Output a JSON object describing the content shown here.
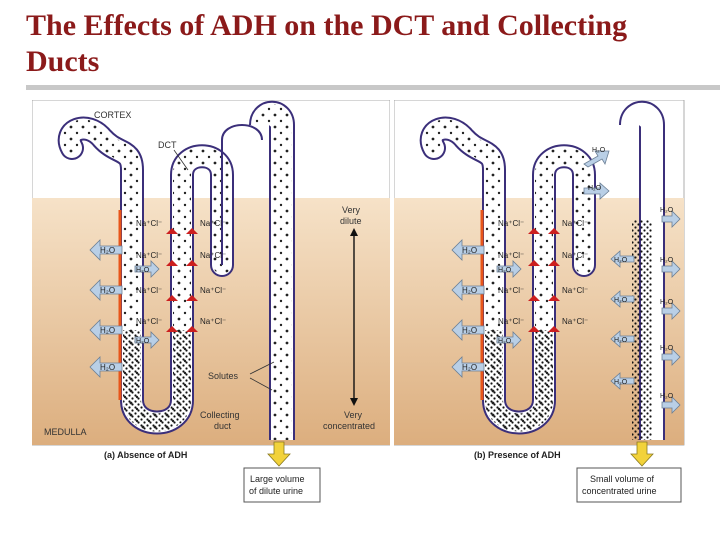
{
  "slide": {
    "title": "The Effects of ADH on the DCT and Collecting Ducts"
  },
  "panel_a": {
    "cortex_label": "CORTEX",
    "medulla_label": "MEDULLA",
    "dct_label": "DCT",
    "caption": "(a) Absence of ADH",
    "solutes_label": "Solutes",
    "collecting_duct_label_1": "Collecting",
    "collecting_duct_label_2": "duct",
    "very_dilute_1": "Very",
    "very_dilute_2": "dilute",
    "very_conc_1": "Very",
    "very_conc_2": "concentrated",
    "output_1": "Large volume",
    "output_2": "of dilute urine",
    "nacl_left": [
      "Na⁺Cl⁻",
      "Na⁺Cl⁻",
      "Na⁺Cl⁻",
      "Na⁺Cl⁻"
    ],
    "nacl_right": [
      "Na⁺Cl⁻",
      "Na⁺Cl⁻",
      "Na⁺Cl⁻",
      "Na⁺Cl⁻"
    ],
    "water_left": [
      "H₂O",
      "H₂O",
      "H₂O",
      "H₂O"
    ],
    "water_inner": [
      "H₂O",
      "H₂O"
    ]
  },
  "panel_b": {
    "caption": "(b) Presence of ADH",
    "output_1": "Small volume of",
    "output_2": "concentrated urine",
    "nacl_left": [
      "Na⁺Cl⁻",
      "Na⁺Cl⁻",
      "Na⁺Cl⁻",
      "Na⁺Cl⁻"
    ],
    "nacl_right": [
      "Na⁺Cl⁻",
      "Na⁺Cl⁻",
      "Na⁺Cl⁻",
      "Na⁺Cl⁻"
    ],
    "water_left": [
      "H₂O",
      "H₂O",
      "H₂O",
      "H₂O"
    ],
    "water_inner": [
      "H₂O",
      "H₂O"
    ],
    "water_dct": [
      "H₂O",
      "H₂O"
    ],
    "water_cd_left": [
      "H₂O",
      "H₂O",
      "H₂O",
      "H₂O"
    ],
    "water_cd_right": [
      "H₂O",
      "H₂O",
      "H₂O",
      "H₂O",
      "H₂O"
    ]
  },
  "colors": {
    "title": "#8b1a1a",
    "cortex_bg": "#ffffff",
    "medulla_bg_top": "#f6e2c8",
    "medulla_bg_bottom": "#dcae7e",
    "tubule_outline": "#3b2f7a",
    "thick_segment": "#e8551a",
    "sodium_arrow": "#cc1f1f",
    "water_arrow": "#b9cfe6",
    "output_arrow": "#f2d23a"
  }
}
